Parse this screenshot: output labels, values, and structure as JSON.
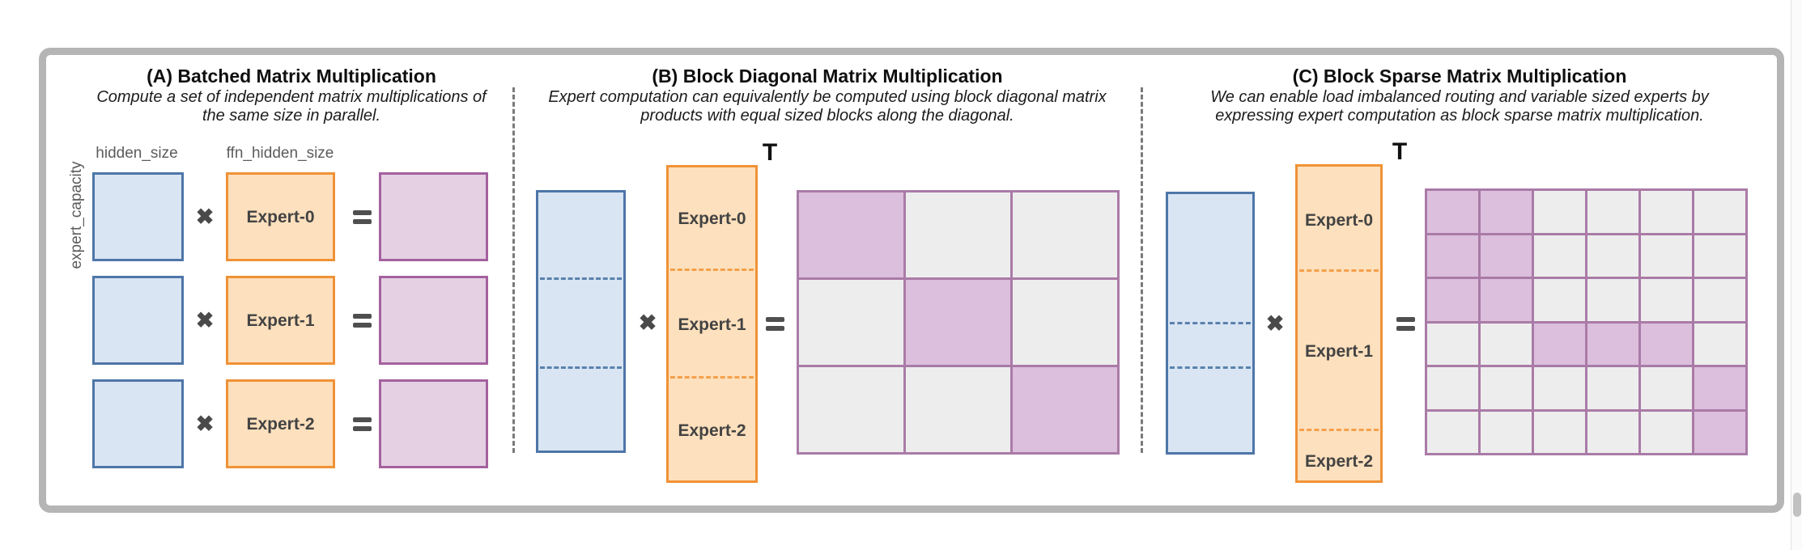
{
  "figure": {
    "panels": [
      {
        "label": "A",
        "title": "(A) Batched Matrix Multiplication",
        "subtitle_lines": [
          "Compute a set of independent matrix multiplications of",
          "the same size in parallel."
        ],
        "dim_labels": {
          "input_cols": "hidden_size",
          "weight_cols": "ffn_hidden_size",
          "input_rows": "expert_capacity"
        },
        "experts": [
          "Expert-0",
          "Expert-1",
          "Expert-2"
        ]
      },
      {
        "label": "B",
        "title": "(B) Block Diagonal Matrix Multiplication",
        "subtitle_lines": [
          "Expert computation can equivalently be computed using block diagonal matrix",
          "products with equal sized blocks along the diagonal."
        ],
        "transpose_mark": "T",
        "experts": [
          "Expert-0",
          "Expert-1",
          "Expert-2"
        ],
        "grid": {
          "rows": 3,
          "cols": 3,
          "filled": [
            [
              0,
              0
            ],
            [
              1,
              1
            ],
            [
              2,
              2
            ]
          ]
        }
      },
      {
        "label": "C",
        "title": "(C) Block Sparse Matrix Multiplication",
        "subtitle_lines": [
          "We can enable load imbalanced routing and variable sized experts by",
          "expressing expert computation as block sparse matrix multiplication."
        ],
        "transpose_mark": "T",
        "experts": [
          "Expert-0",
          "Expert-1",
          "Expert-2"
        ],
        "grid": {
          "rows": 6,
          "cols": 6,
          "filled": [
            [
              0,
              0
            ],
            [
              0,
              1
            ],
            [
              1,
              0
            ],
            [
              1,
              1
            ],
            [
              2,
              0
            ],
            [
              2,
              1
            ],
            [
              3,
              2
            ],
            [
              3,
              3
            ],
            [
              3,
              4
            ],
            [
              4,
              5
            ],
            [
              5,
              5
            ]
          ]
        }
      }
    ],
    "operators": {
      "multiply": "✖"
    },
    "colors": {
      "input_fill": "#d9e5f3",
      "input_border": "#4e76a8",
      "expert_fill": "#fde0bd",
      "expert_border": "#f09236",
      "output_fill": "#e5d0e3",
      "output_border": "#a4619e",
      "block_filled": "#dcbedd",
      "block_empty": "#ededed",
      "block_border": "#aa7ba7",
      "frame_border": "#b5b5b5"
    }
  }
}
